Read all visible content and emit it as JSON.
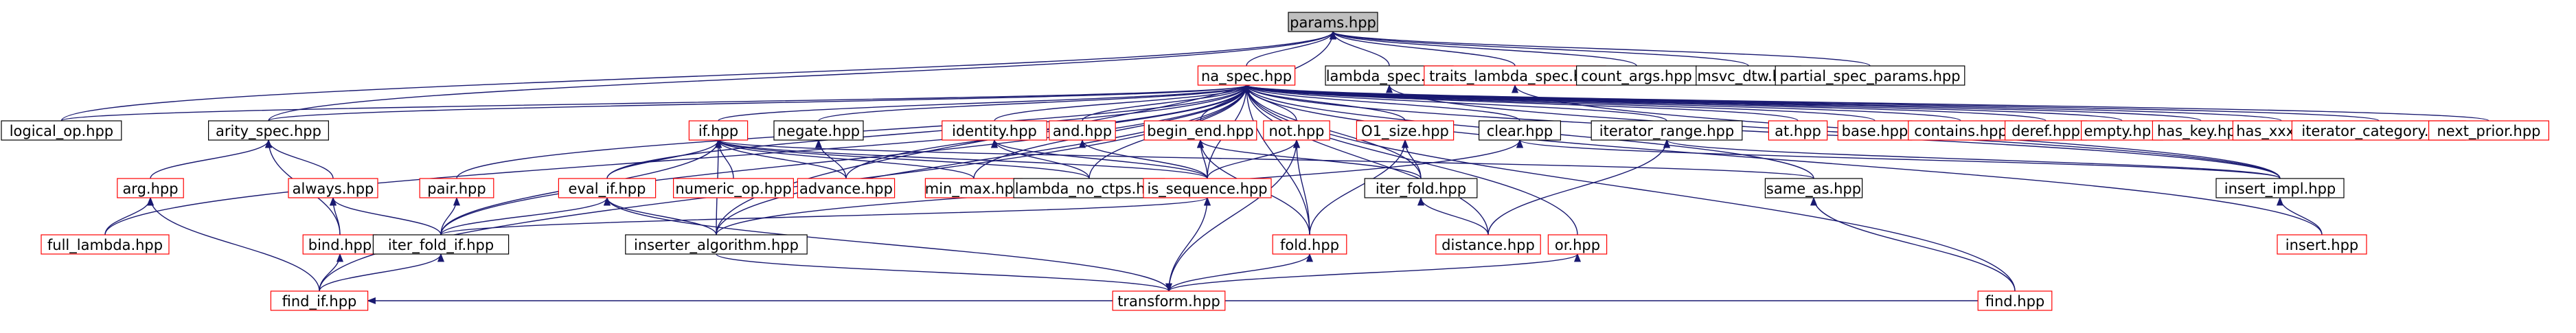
{
  "colors": {
    "edge": "#191970",
    "node_border_black": "#000000",
    "node_border_red": "#ff0000",
    "node_fill": "#ffffff",
    "focus_fill": "#bfbfbf",
    "text": "#000000"
  },
  "nodes": [
    {
      "id": "params",
      "label": "params.hpp",
      "border": "black",
      "focus": true
    },
    {
      "id": "na_spec",
      "label": "na_spec.hpp",
      "border": "red"
    },
    {
      "id": "lambda_spec",
      "label": "lambda_spec.hpp",
      "border": "black"
    },
    {
      "id": "traits_lambda_spec",
      "label": "traits_lambda_spec.hpp",
      "border": "red"
    },
    {
      "id": "count_args",
      "label": "count_args.hpp",
      "border": "black"
    },
    {
      "id": "msvc_dtw",
      "label": "msvc_dtw.hpp",
      "border": "black"
    },
    {
      "id": "partial_spec_params",
      "label": "partial_spec_params.hpp",
      "border": "black"
    },
    {
      "id": "logical_op",
      "label": "logical_op.hpp",
      "border": "black"
    },
    {
      "id": "arity_spec",
      "label": "arity_spec.hpp",
      "border": "black"
    },
    {
      "id": "arg",
      "label": "arg.hpp",
      "border": "red"
    },
    {
      "id": "full_lambda",
      "label": "full_lambda.hpp",
      "border": "red"
    },
    {
      "id": "always",
      "label": "always.hpp",
      "border": "red"
    },
    {
      "id": "bind",
      "label": "bind.hpp",
      "border": "red"
    },
    {
      "id": "pair",
      "label": "pair.hpp",
      "border": "red"
    },
    {
      "id": "if",
      "label": "if.hpp",
      "border": "red"
    },
    {
      "id": "eval_if",
      "label": "eval_if.hpp",
      "border": "red"
    },
    {
      "id": "numeric_op",
      "label": "numeric_op.hpp",
      "border": "red"
    },
    {
      "id": "iter_fold_if",
      "label": "iter_fold_if.hpp",
      "border": "black"
    },
    {
      "id": "find_if",
      "label": "find_if.hpp",
      "border": "red"
    },
    {
      "id": "negate",
      "label": "negate.hpp",
      "border": "black"
    },
    {
      "id": "advance",
      "label": "advance.hpp",
      "border": "red"
    },
    {
      "id": "inserter_algorithm",
      "label": "inserter_algorithm.hpp",
      "border": "black"
    },
    {
      "id": "min_max",
      "label": "min_max.hpp",
      "border": "red"
    },
    {
      "id": "identity",
      "label": "identity.hpp",
      "border": "red"
    },
    {
      "id": "and",
      "label": "and.hpp",
      "border": "red"
    },
    {
      "id": "lambda_no_ctps",
      "label": "lambda_no_ctps.hpp",
      "border": "black"
    },
    {
      "id": "begin_end",
      "label": "begin_end.hpp",
      "border": "red"
    },
    {
      "id": "not",
      "label": "not.hpp",
      "border": "red"
    },
    {
      "id": "is_sequence",
      "label": "is_sequence.hpp",
      "border": "red"
    },
    {
      "id": "fold",
      "label": "fold.hpp",
      "border": "red"
    },
    {
      "id": "transform",
      "label": "transform.hpp",
      "border": "red"
    },
    {
      "id": "o1_size",
      "label": "O1_size.hpp",
      "border": "red"
    },
    {
      "id": "iter_fold",
      "label": "iter_fold.hpp",
      "border": "black"
    },
    {
      "id": "clear",
      "label": "clear.hpp",
      "border": "black"
    },
    {
      "id": "distance",
      "label": "distance.hpp",
      "border": "red"
    },
    {
      "id": "iterator_range",
      "label": "iterator_range.hpp",
      "border": "black"
    },
    {
      "id": "or",
      "label": "or.hpp",
      "border": "red"
    },
    {
      "id": "at",
      "label": "at.hpp",
      "border": "red"
    },
    {
      "id": "base",
      "label": "base.hpp",
      "border": "red"
    },
    {
      "id": "contains",
      "label": "contains.hpp",
      "border": "red"
    },
    {
      "id": "deref",
      "label": "deref.hpp",
      "border": "red"
    },
    {
      "id": "empty",
      "label": "empty.hpp",
      "border": "red"
    },
    {
      "id": "has_key",
      "label": "has_key.hpp",
      "border": "red"
    },
    {
      "id": "has_xxx",
      "label": "has_xxx.hpp",
      "border": "red"
    },
    {
      "id": "iterator_category",
      "label": "iterator_category.hpp",
      "border": "red"
    },
    {
      "id": "next_prior",
      "label": "next_prior.hpp",
      "border": "red"
    },
    {
      "id": "same_as",
      "label": "same_as.hpp",
      "border": "black"
    },
    {
      "id": "insert_impl",
      "label": "insert_impl.hpp",
      "border": "black"
    },
    {
      "id": "insert",
      "label": "insert.hpp",
      "border": "red"
    },
    {
      "id": "find",
      "label": "find.hpp",
      "border": "red"
    }
  ],
  "edges": [
    [
      "na_spec",
      "params"
    ],
    [
      "lambda_spec",
      "params"
    ],
    [
      "traits_lambda_spec",
      "params"
    ],
    [
      "count_args",
      "params"
    ],
    [
      "msvc_dtw",
      "params"
    ],
    [
      "partial_spec_params",
      "params"
    ],
    [
      "logical_op",
      "params"
    ],
    [
      "arity_spec",
      "params"
    ],
    [
      "inserter_algorithm",
      "params"
    ],
    [
      "logical_op",
      "na_spec"
    ],
    [
      "arity_spec",
      "na_spec"
    ],
    [
      "full_lambda",
      "na_spec"
    ],
    [
      "find_if",
      "na_spec"
    ],
    [
      "pair",
      "na_spec"
    ],
    [
      "if",
      "na_spec"
    ],
    [
      "eval_if",
      "na_spec"
    ],
    [
      "iter_fold_if",
      "na_spec"
    ],
    [
      "negate",
      "na_spec"
    ],
    [
      "advance",
      "na_spec"
    ],
    [
      "min_max",
      "na_spec"
    ],
    [
      "identity",
      "na_spec"
    ],
    [
      "and",
      "na_spec"
    ],
    [
      "lambda_no_ctps",
      "na_spec"
    ],
    [
      "begin_end",
      "na_spec"
    ],
    [
      "not",
      "na_spec"
    ],
    [
      "is_sequence",
      "na_spec"
    ],
    [
      "fold",
      "na_spec"
    ],
    [
      "o1_size",
      "na_spec"
    ],
    [
      "iter_fold",
      "na_spec"
    ],
    [
      "clear",
      "na_spec"
    ],
    [
      "distance",
      "na_spec"
    ],
    [
      "iterator_range",
      "na_spec"
    ],
    [
      "or",
      "na_spec"
    ],
    [
      "at",
      "na_spec"
    ],
    [
      "base",
      "na_spec"
    ],
    [
      "contains",
      "na_spec"
    ],
    [
      "deref",
      "na_spec"
    ],
    [
      "empty",
      "na_spec"
    ],
    [
      "has_key",
      "na_spec"
    ],
    [
      "has_xxx",
      "na_spec"
    ],
    [
      "iterator_category",
      "na_spec"
    ],
    [
      "next_prior",
      "na_spec"
    ],
    [
      "insert_impl",
      "na_spec"
    ],
    [
      "insert",
      "na_spec"
    ],
    [
      "find",
      "na_spec"
    ],
    [
      "same_as",
      "na_spec"
    ],
    [
      "inserter_algorithm",
      "na_spec"
    ],
    [
      "insert_impl",
      "lambda_spec"
    ],
    [
      "insert_impl",
      "traits_lambda_spec"
    ],
    [
      "arg",
      "arity_spec"
    ],
    [
      "always",
      "arity_spec"
    ],
    [
      "bind",
      "arity_spec"
    ],
    [
      "full_lambda",
      "arg"
    ],
    [
      "find_if",
      "arg"
    ],
    [
      "bind",
      "always"
    ],
    [
      "iter_fold_if",
      "always"
    ],
    [
      "iter_fold_if",
      "pair"
    ],
    [
      "eval_if",
      "if"
    ],
    [
      "numeric_op",
      "if"
    ],
    [
      "iter_fold_if",
      "if"
    ],
    [
      "advance",
      "if"
    ],
    [
      "inserter_algorithm",
      "if"
    ],
    [
      "min_max",
      "if"
    ],
    [
      "lambda_no_ctps",
      "if"
    ],
    [
      "is_sequence",
      "if"
    ],
    [
      "same_as",
      "if"
    ],
    [
      "iter_fold_if",
      "eval_if"
    ],
    [
      "inserter_algorithm",
      "eval_if"
    ],
    [
      "transform",
      "eval_if"
    ],
    [
      "find_if",
      "iter_fold_if"
    ],
    [
      "advance",
      "negate"
    ],
    [
      "lambda_no_ctps",
      "identity"
    ],
    [
      "is_sequence",
      "identity"
    ],
    [
      "is_sequence",
      "and"
    ],
    [
      "is_sequence",
      "begin_end"
    ],
    [
      "fold",
      "begin_end"
    ],
    [
      "iter_fold",
      "begin_end"
    ],
    [
      "iter_fold_if",
      "is_sequence"
    ],
    [
      "transform",
      "is_sequence"
    ],
    [
      "is_sequence",
      "not"
    ],
    [
      "fold",
      "not"
    ],
    [
      "transform",
      "not"
    ],
    [
      "transform",
      "fold"
    ],
    [
      "fold",
      "o1_size"
    ],
    [
      "iter_fold",
      "o1_size"
    ],
    [
      "distance",
      "iter_fold"
    ],
    [
      "inserter_algorithm",
      "clear"
    ],
    [
      "inserter_algorithm",
      "transform"
    ],
    [
      "transform",
      "or"
    ],
    [
      "distance",
      "iterator_range"
    ],
    [
      "insert_impl",
      "iterator_range"
    ],
    [
      "insert_impl",
      "clear"
    ],
    [
      "insert",
      "insert_impl"
    ],
    [
      "find",
      "same_as"
    ],
    [
      "find",
      "find_if"
    ],
    [
      "find_if",
      "bind"
    ]
  ]
}
